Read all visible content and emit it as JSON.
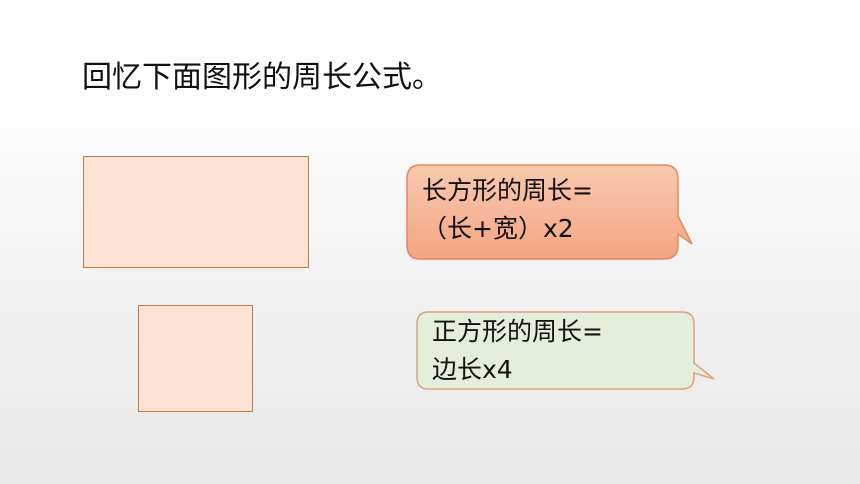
{
  "title": "回忆下面图形的周长公式。",
  "shapes": {
    "rectangle_fill": "#fbe4d5",
    "square_fill": "#fbe4d5",
    "outline_color": "#c07a4a"
  },
  "rectangle_formula": {
    "line1": "长方形的周长=",
    "line2": "（长+宽）x2",
    "fill_top": "#f8c9b0",
    "fill_bottom": "#f4a582",
    "border": "#e28a63"
  },
  "square_formula": {
    "line1": "正方形的周长=",
    "line2": "边长x4",
    "fill": "#e2efda",
    "border": "#e0a080"
  }
}
